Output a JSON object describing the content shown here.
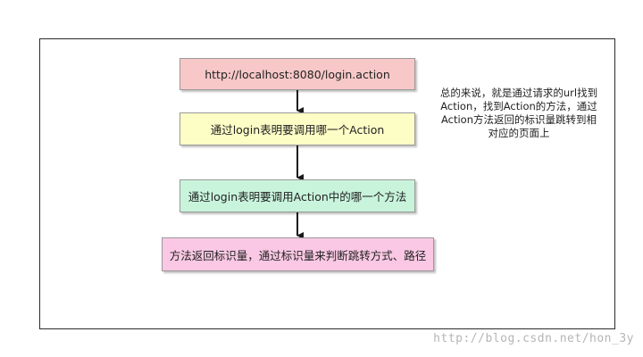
{
  "diagram": {
    "nodes": [
      {
        "id": "n1",
        "label": "http://localhost:8080/login.action",
        "fill": "#f8c8c8"
      },
      {
        "id": "n2",
        "label": "通过login表明要调用哪一个Action",
        "fill": "#fdfdc6"
      },
      {
        "id": "n3",
        "label": "通过login表明要调用Action中的哪一个方法",
        "fill": "#c8f4dc"
      },
      {
        "id": "n4",
        "label": "方法返回标识量，通过标识量来判断跳转方式、路径",
        "fill": "#fac8e4"
      }
    ],
    "edges": [
      {
        "from": "n1",
        "to": "n2"
      },
      {
        "from": "n2",
        "to": "n3"
      },
      {
        "from": "n3",
        "to": "n4"
      }
    ],
    "note": "总的来说，就是通过请求的url找到\nAction，找到Action的方法，通过\nAction方法返回的标识量跳转到相\n对应的页面上"
  },
  "watermark": "http://blog.csdn.net/hon_3y",
  "colors": {
    "border": "#2b2b2b",
    "node_border": "#9a9a9a",
    "arrow": "#1a1a1a"
  }
}
